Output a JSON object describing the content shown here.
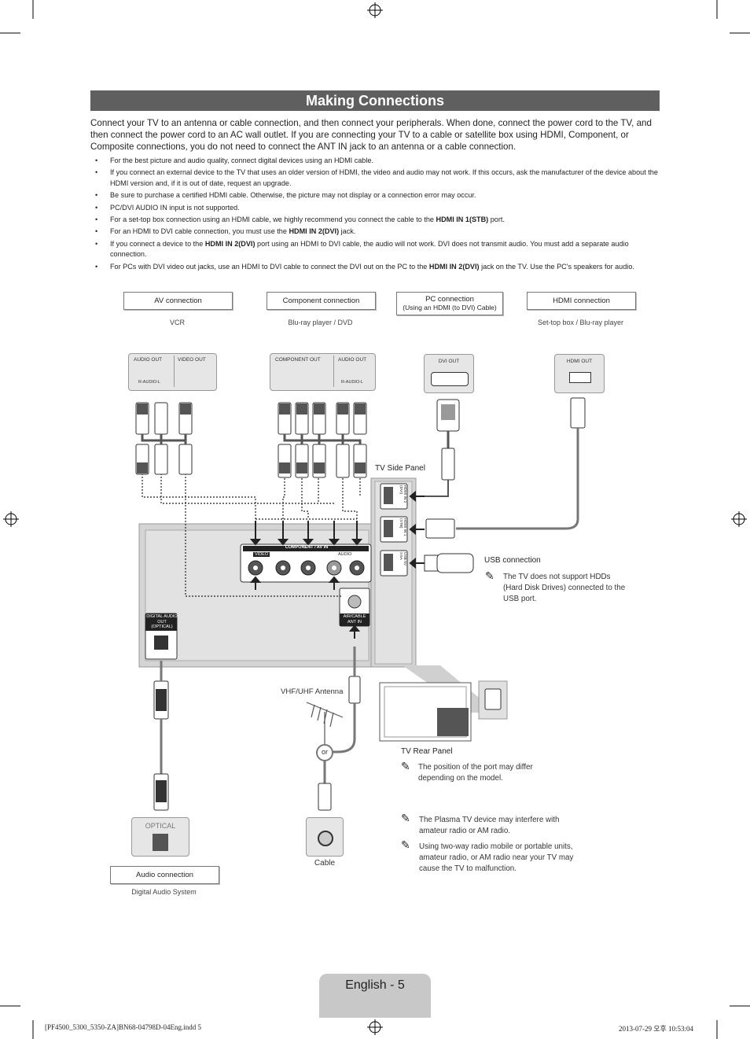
{
  "header": {
    "title": "Making Connections"
  },
  "intro": "Connect your TV to an antenna or cable connection, and then connect your peripherals. When done, connect the power cord to the TV, and then connect the power cord to an AC wall outlet. If you are connecting your TV to a cable or satellite box using HDMI, Component, or Composite connections, you do not need to connect the ANT IN jack to an antenna or a cable connection.",
  "bullets": [
    {
      "pre": "For the best picture and audio quality, connect digital devices using an HDMI cable.",
      "bold": "",
      "post": ""
    },
    {
      "pre": "If you connect an external device to the TV that uses an older version of HDMI, the video and audio may not work. If this occurs, ask the manufacturer of the device about the HDMI version and, if it is out of date, request an upgrade.",
      "bold": "",
      "post": ""
    },
    {
      "pre": "Be sure to purchase a certified HDMI cable. Otherwise, the picture may not display or a connection error may occur.",
      "bold": "",
      "post": ""
    },
    {
      "pre": "PC/DVI AUDIO IN input is not supported.",
      "bold": "",
      "post": ""
    },
    {
      "pre": "For a set-top box connection using an HDMI cable, we highly recommend you connect the cable to the ",
      "bold": "HDMI IN 1(STB)",
      "post": " port."
    },
    {
      "pre": "For an HDMI to DVI cable connection, you must use the ",
      "bold": "HDMI IN 2(DVI)",
      "post": " jack."
    },
    {
      "pre": "If you connect a device to the ",
      "bold": "HDMI IN 2(DVI)",
      "post": " port using an HDMI to DVI cable, the audio will not work. DVI does not transmit audio. You must add a separate audio connection."
    },
    {
      "pre": "For PCs with DVI video out jacks, use an HDMI to DVI cable to connect the DVI out on the PC to the ",
      "bold": "HDMI IN 2(DVI)",
      "post": " jack on the TV. Use the PC's speakers for audio."
    }
  ],
  "connections": {
    "av": {
      "label": "AV connection",
      "device": "VCR"
    },
    "component": {
      "label": "Component connection",
      "device": "Blu-ray player / DVD"
    },
    "pc": {
      "label": "PC connection",
      "sublabel": "(Using an HDMI (to DVI) Cable)"
    },
    "hdmi": {
      "label": "HDMI connection",
      "device": "Set-top box / Blu-ray player"
    },
    "audio": {
      "label": "Audio connection",
      "device": "Digital Audio System"
    }
  },
  "device_ports": {
    "audio_out": "AUDIO OUT",
    "video_out": "VIDEO OUT",
    "r_audio_l": "R-AUDIO-L",
    "component_out": "COMPONENT OUT",
    "dvi_out": "DVI OUT",
    "hdmi_out": "HDMI OUT",
    "optical": "OPTICAL"
  },
  "tv": {
    "side_panel": "TV Side Panel",
    "rear_panel": "TV Rear Panel",
    "component_av_in": "COMPONENT / AV IN",
    "video": "VIDEO",
    "audio": "AUDIO",
    "digital_audio_out": "DIGITAL AUDIO OUT (OPTICAL)",
    "ant_in": "AIR/CABLE ANT IN",
    "hdmi_in_2": "HDMI IN 2 (DVI)",
    "hdmi_in_1": "HDMI IN 1 (STB)",
    "usb": "USB 5V 0.5A"
  },
  "usb": {
    "label": "USB connection",
    "note": "The TV does not support HDDs (Hard Disk Drives) connected to the USB port."
  },
  "antenna": {
    "vhf": "VHF/UHF Antenna",
    "or": "or",
    "cable": "Cable"
  },
  "notes": {
    "rear": "The position of the port may differ depending on the model.",
    "plasma": "The Plasma TV device may interfere with amateur radio or AM radio.",
    "radio": "Using two-way radio mobile or portable units, amateur radio, or AM radio near your TV may cause the TV to malfunction."
  },
  "footer": {
    "page": "English - 5",
    "file": "[PF4500_5300_5350-ZA]BN68-04798D-04Eng.indd   5",
    "date": "2013-07-29   오후 10:53:04"
  }
}
